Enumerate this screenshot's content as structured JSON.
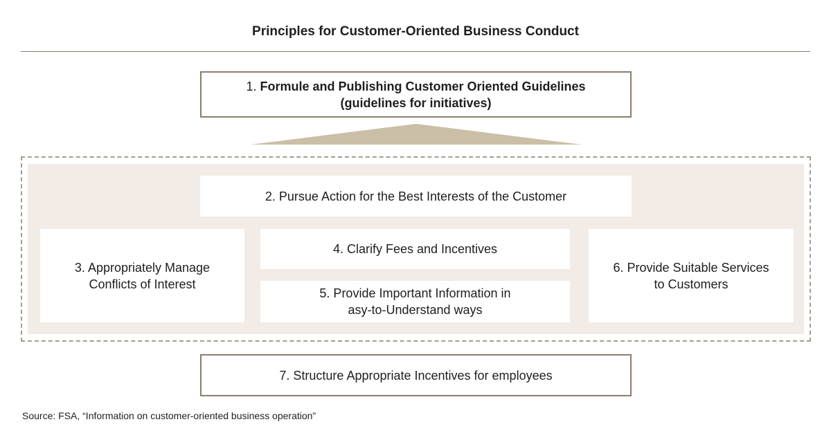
{
  "title": "Principles for Customer-Oriented Business Conduct",
  "principles": {
    "p1": {
      "line1_number": "1.",
      "line1_text": "Formule and Publishing Customer Oriented Guidelines",
      "line2": "(guidelines for initiatives)"
    },
    "p2": "2. Pursue Action for the Best Interests of the Customer",
    "p3": {
      "line1": "3. Appropriately Manage",
      "line2": "Conflicts of Interest"
    },
    "p4": "4. Clarify Fees and Incentives",
    "p5": {
      "line1": "5. Provide Important Information in",
      "line2": "asy-to-Understand ways"
    },
    "p6": {
      "line1": "6. Provide Suitable Services",
      "line2": "to Customers"
    },
    "p7": "7. Structure Appropriate Incentives for employees"
  },
  "source": "Source: FSA, “Information on customer-oriented business operation”",
  "colors": {
    "border": "#8a7d6e",
    "triangle": "#cbbfa8",
    "group_fill": "#f2ebe6",
    "dashed_border": "#a89c8e"
  }
}
